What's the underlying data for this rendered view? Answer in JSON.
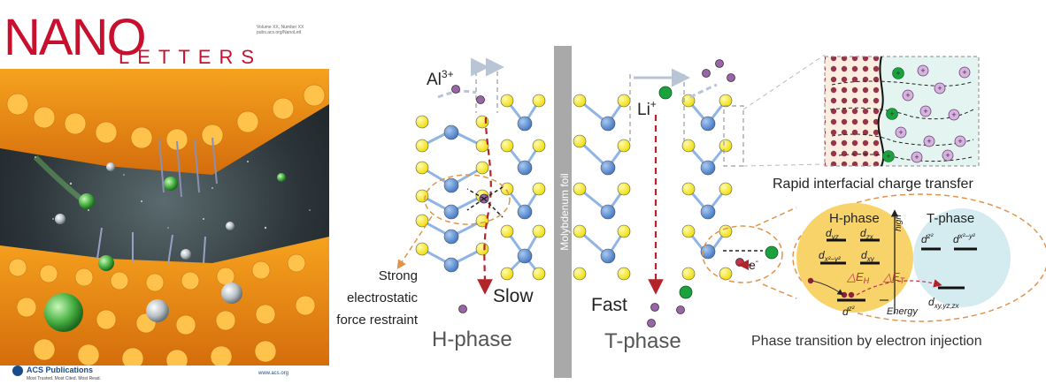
{
  "cover": {
    "journal_word1": "NANO",
    "journal_word2": "LETTERS",
    "issue_lines": [
      "Volume XX, Number XX",
      "pubs.acs.org/NanoLett"
    ],
    "publisher": "ACS Publications",
    "publisher_tagline": "Most Trusted. Most Cited. Most Read.",
    "website": "www.acs.org"
  },
  "diagram": {
    "ion_al": "Al",
    "ion_al_charge": "3+",
    "ion_li": "Li",
    "ion_li_charge": "+",
    "foil_label": "Molybdenum foil",
    "slow_label": "Slow",
    "fast_label": "Fast",
    "restraint_label": [
      "Strong",
      "electrostatic",
      "force restraint"
    ],
    "h_phase_label": "H-phase",
    "t_phase_label": "T-phase",
    "electron_label": "e",
    "electron_charge": "-",
    "rapid_transfer_label": "Rapid interfacial charge transfer",
    "phase_transition_label": "Phase transition by electron injection",
    "inset": {
      "h_phase_title": "H-phase",
      "t_phase_title": "T-phase",
      "high_label": "high",
      "energy_label": "Energy",
      "h_orbitals": [
        "d",
        "d",
        "d",
        "d",
        "d"
      ],
      "h_orbital_subs": [
        "yz",
        "zx",
        "x²−y²",
        "xy",
        "z²"
      ],
      "t_orbitals": [
        "d",
        "d",
        "d"
      ],
      "t_orbital_subs": [
        "z²",
        "x²−y²",
        "xy,yz,zx"
      ],
      "delta_h": "△E",
      "delta_h_sub": "H",
      "delta_t": "△E",
      "delta_t_sub": "T"
    }
  },
  "colors": {
    "cover_red": "#c8102e",
    "mo_blue": "#5b8fd6",
    "s_yellow": "#f5e613",
    "li_green": "#1aa23c",
    "al_purple": "#9b64a8",
    "arrow_red": "#b3242a",
    "dash_orange": "#e0944a",
    "inset_yellow": "#f7d36a",
    "inset_blue": "#d4ebf0"
  }
}
